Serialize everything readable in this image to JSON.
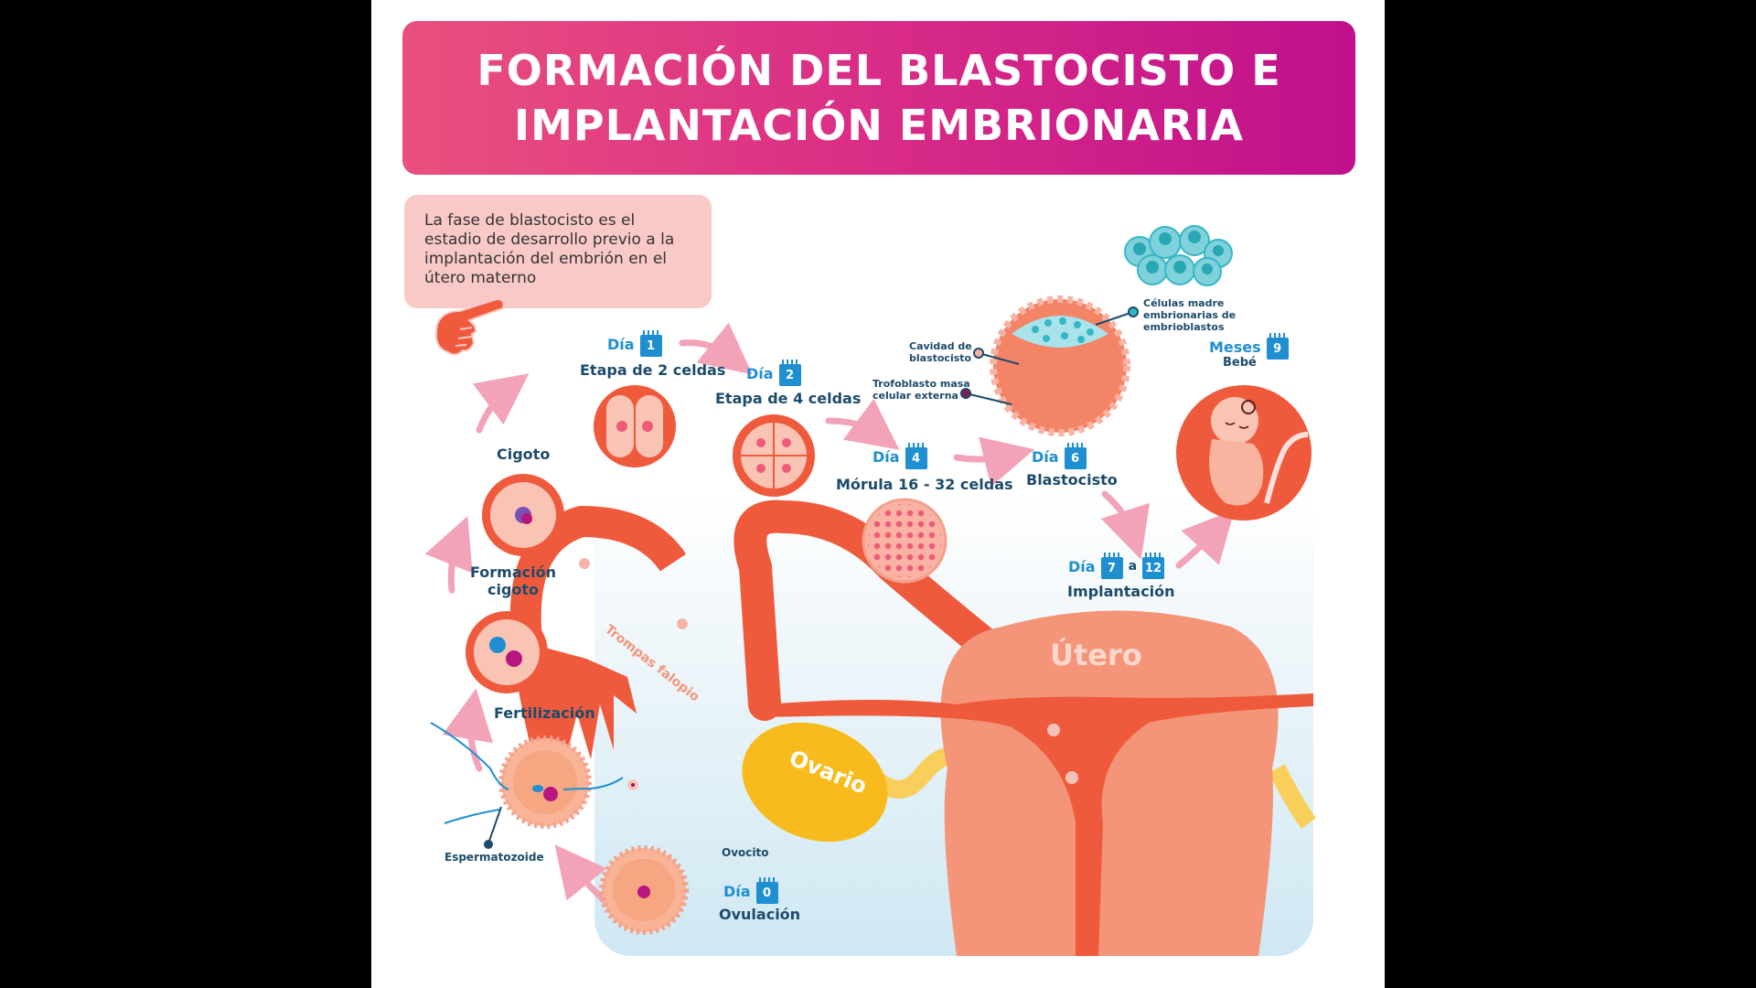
{
  "title": {
    "line1": "FORMACIÓN DEL BLASTOCISTO E",
    "line2": "IMPLANTACIÓN EMBRIONARIA"
  },
  "info_box": {
    "text": "La fase de blastocisto es el estadio de desarrollo previo a la implantación del embrión en el útero materno",
    "icon": "pointing-hand-icon"
  },
  "stages": [
    {
      "id": "ovulacion",
      "day_prefix": "Día",
      "day": "0",
      "label": "Ovulación",
      "callout": "Ovocito"
    },
    {
      "id": "fertilizacion",
      "label": "Fertilización",
      "callout": "Espermatozoide"
    },
    {
      "id": "formacion-cigoto",
      "label": "Formación cigoto"
    },
    {
      "id": "cigoto",
      "label": "Cigoto"
    },
    {
      "id": "dos-celdas",
      "day_prefix": "Día",
      "day": "1",
      "label": "Etapa de 2 celdas"
    },
    {
      "id": "cuatro-celdas",
      "day_prefix": "Día",
      "day": "2",
      "label": "Etapa de 4 celdas"
    },
    {
      "id": "morula",
      "day_prefix": "Día",
      "day": "4",
      "label": "Mórula 16 - 32 celdas"
    },
    {
      "id": "blastocisto",
      "day_prefix": "Día",
      "day": "6",
      "label": "Blastocisto"
    },
    {
      "id": "implantacion",
      "day_prefix": "Día",
      "day": "7",
      "day_connector": "a",
      "day_end": "12",
      "label": "Implantación"
    },
    {
      "id": "bebe",
      "day_prefix": "Meses",
      "day": "9",
      "label": "Bebé"
    }
  ],
  "blastocyst_callouts": {
    "stem_cells": "Células madre embrionarias de embrioblastos",
    "cavity": "Cavidad de blastocisto",
    "trophoblast": "Trofoblasto masa celular externa"
  },
  "anatomy": {
    "tube": "Trompas falopio",
    "ovary": "Ovario",
    "uterus": "Útero"
  },
  "colors": {
    "title_start": "#e9507e",
    "title_end": "#c0108c",
    "info_bg": "#f9c9c7",
    "label_text": "#1d4b6b",
    "calendar_blue": "#1e8fd0",
    "tissue_red": "#ef5a3c",
    "uterus_peach": "#f4957a",
    "ovary_yellow": "#f8bb1e",
    "arrow_pink": "#f2a3b8",
    "stem_teal": "#35b8c4"
  }
}
